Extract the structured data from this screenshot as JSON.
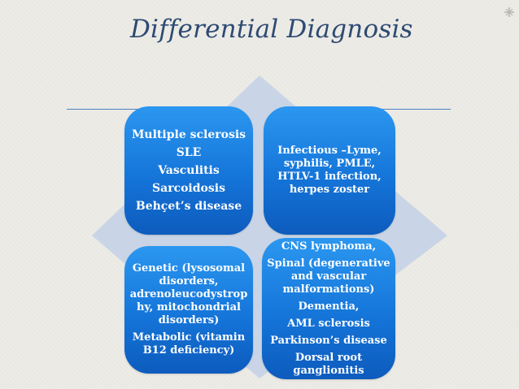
{
  "slide": {
    "title": "Differential Diagnosis",
    "colors": {
      "title": "#2d4a72",
      "box": "#1a7ae0",
      "diamond": "#c9d5e6",
      "rule": "#4f81bd",
      "background": "#ecebe6"
    }
  },
  "quadrants": {
    "top_left": [
      "Multiple sclerosis",
      "SLE",
      "Vasculitis",
      "Sarcoidosis",
      "Behçet’s disease"
    ],
    "top_right": [
      "Infectious –Lyme,",
      "syphilis, PMLE,",
      "HTLV-1 infection,",
      "herpes zoster"
    ],
    "bottom_left": [
      "Genetic (lysosomal",
      "disorders,",
      "adrenoleucodystrop",
      "hy, mitochondrial",
      "disorders)",
      "Metabolic (vitamin",
      "B12 deficiency)"
    ],
    "bottom_right": [
      "CNS lymphoma,",
      "Spinal (degenerative",
      "and vascular",
      "malformations)",
      "Dementia,",
      "AML sclerosis",
      "Parkinson’s disease",
      "Dorsal root",
      "ganglionitis"
    ]
  }
}
